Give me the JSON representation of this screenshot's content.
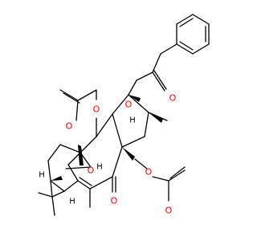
{
  "structure": {
    "kind": "skeletal chemical structure",
    "atom_labels": {
      "O_phenylacetate_carbonyl": "O",
      "O_phenylacetate_ester": "O",
      "O_acetate1_carbonyl": "O",
      "O_acetate1_ester": "O",
      "O_epoxide": "O",
      "O_ketone": "O",
      "O_acetate2_ester": "O",
      "O_acetate2_carbonyl": "O",
      "H_ring_junction": "H",
      "H_bridgehead": "H",
      "H_cyclopropane_1": "H",
      "H_cyclopropane_2": "H"
    },
    "colors": {
      "bond": "#000000",
      "oxygen": "#ff0000",
      "hydrogen": "#000000",
      "background": "#ffffff"
    }
  }
}
